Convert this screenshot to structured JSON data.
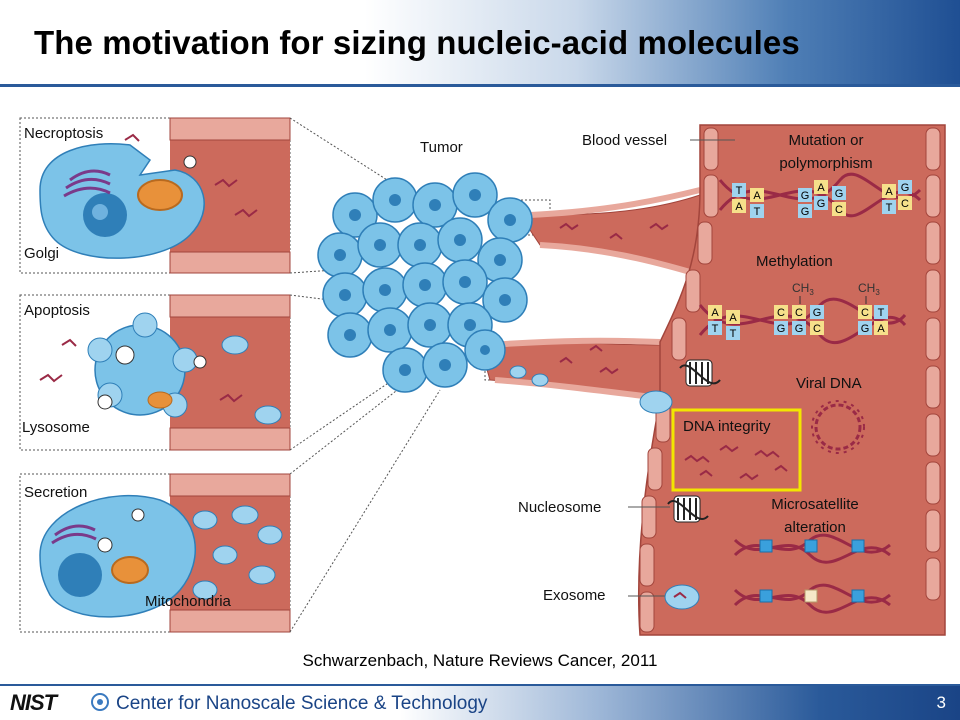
{
  "slide": {
    "title": "The motivation for sizing nucleic-acid molecules",
    "citation": "Schwarzenbach, Nature Reviews Cancer, 2011",
    "page_number": "3"
  },
  "footer": {
    "logo_text": "NIST",
    "org_name": "Center for Nanoscale Science & Technology"
  },
  "diagram": {
    "panels": {
      "necroptosis": "Necroptosis",
      "golgi": "Golgi",
      "apoptosis": "Apoptosis",
      "lysosome": "Lysosome",
      "secretion": "Secretion",
      "mitochondria": "Mitochondria"
    },
    "tumor": "Tumor",
    "blood_vessel": "Blood vessel",
    "mutation_line1": "Mutation or",
    "mutation_line2": "polymorphism",
    "methylation": "Methylation",
    "ch3": "CH",
    "ch3_sub": "3",
    "viral_dna": "Viral DNA",
    "dna_integrity": "DNA integrity",
    "nucleosome": "Nucleosome",
    "microsatellite_line1": "Microsatellite",
    "microsatellite_line2": "alteration",
    "exosome": "Exosome",
    "bases_mutation": [
      "T",
      "A",
      "A",
      "T",
      "A",
      "G",
      "G",
      "G",
      "G",
      "C",
      "A",
      "T",
      "G",
      "C"
    ],
    "bases_methylation": [
      "A",
      "T",
      "A",
      "T",
      "C",
      "G",
      "C",
      "G",
      "G",
      "C",
      "C",
      "G",
      "T",
      "A"
    ]
  },
  "colors": {
    "vessel": "#cc6a5c",
    "vessel_dark": "#a2453c",
    "cell": "#7cc3e8",
    "cell_dark": "#2f7fb8",
    "highlight": "#f2e600",
    "dna": "#9a2a46"
  }
}
